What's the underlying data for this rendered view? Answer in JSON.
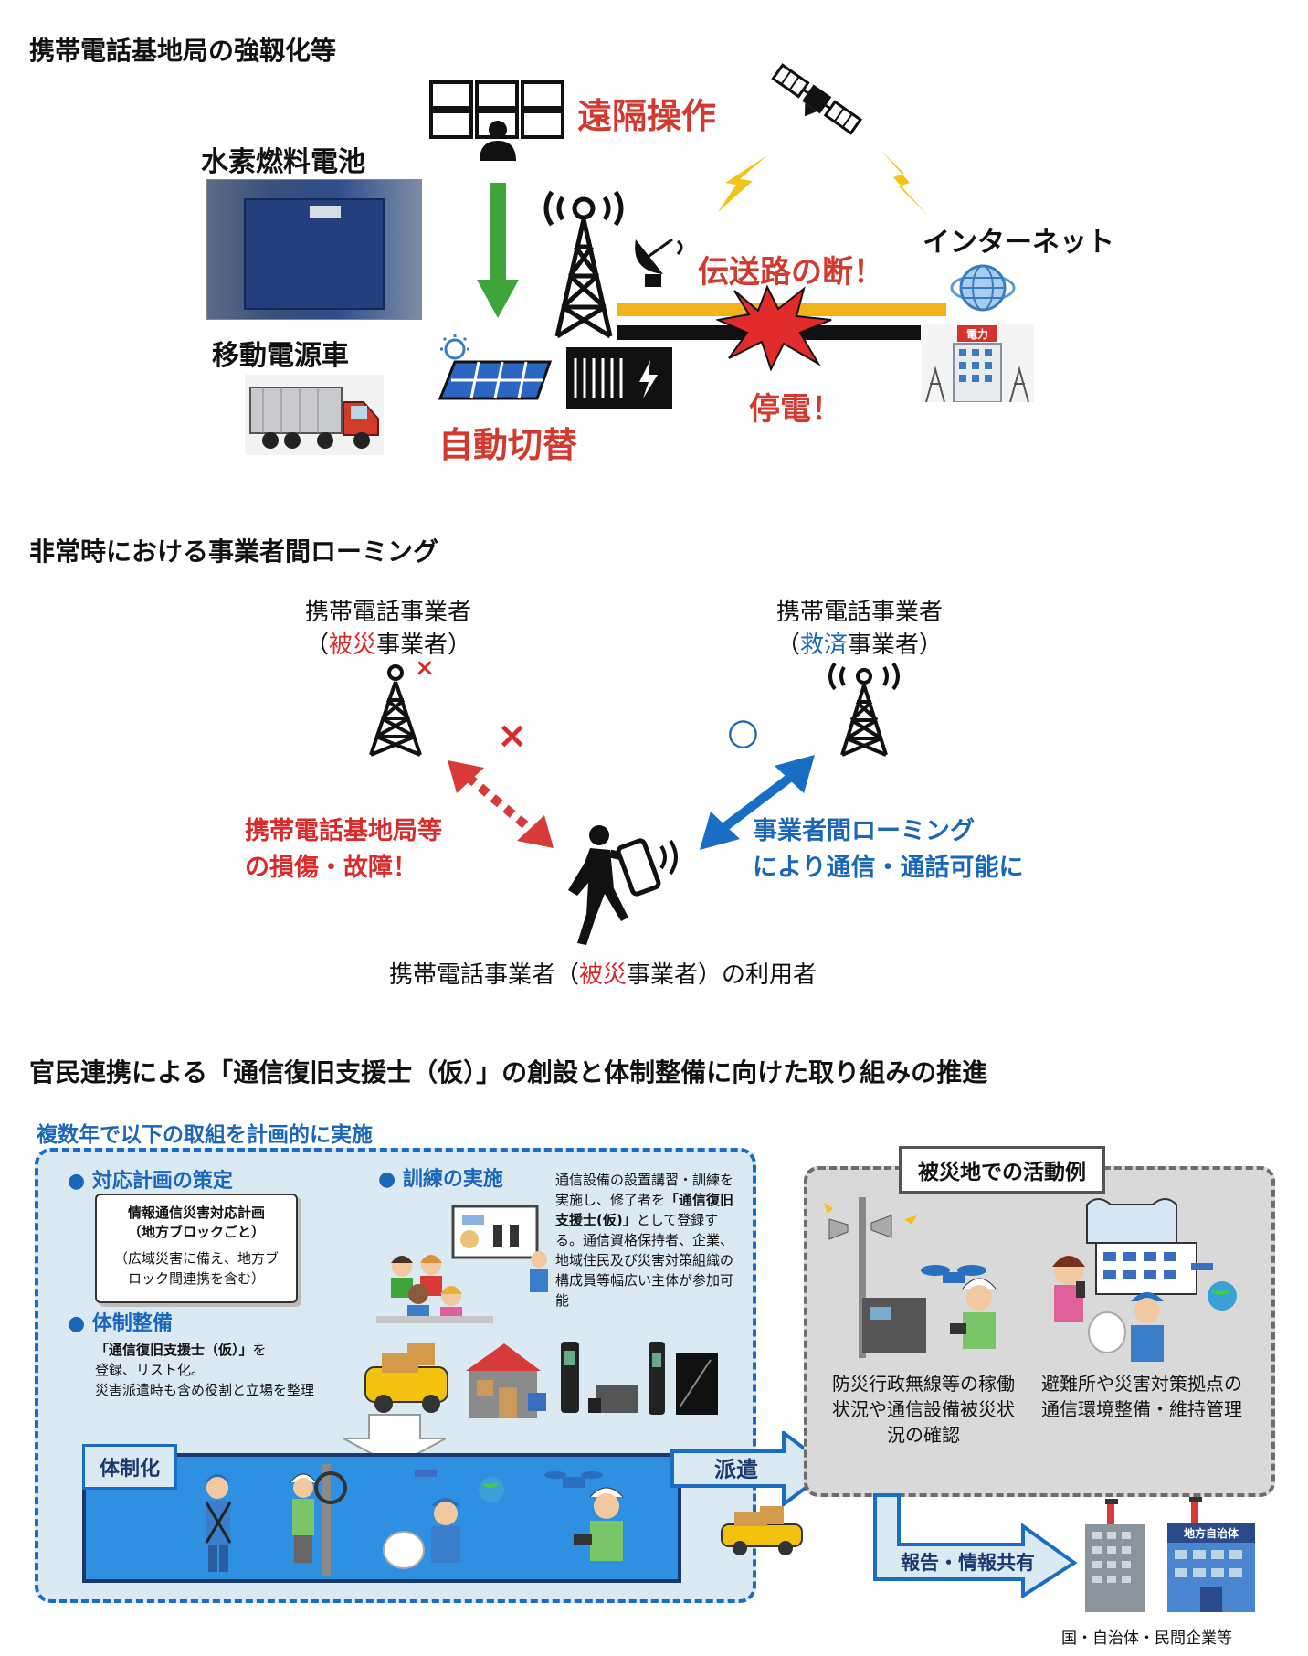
{
  "section1": {
    "title": "携帯電話基地局の強靱化等",
    "remote_op": "遠隔操作",
    "hydrogen": "水素燃料電池",
    "mobile_power": "移動電源車",
    "auto_switch": "自動切替",
    "line_break": "伝送路の断！",
    "internet": "インターネット",
    "outage": "停電！",
    "power_company_sign": "電力"
  },
  "section2": {
    "title": "非常時における事業者間ローミング",
    "left_carrier_line1": "携帯電話事業者",
    "left_carrier_open": "（",
    "left_carrier_red": "被災",
    "left_carrier_rest": "事業者）",
    "right_carrier_line1": "携帯電話事業者",
    "right_carrier_open": "（",
    "right_carrier_blue": "救済",
    "right_carrier_rest": "事業者）",
    "damage_line1": "携帯電話基地局等",
    "damage_line2": "の損傷・故障！",
    "roaming_line1": "事業者間ローミング",
    "roaming_line2": "により通信・通話可能に",
    "user_pre": "携帯電話事業者（",
    "user_red": "被災",
    "user_post": "事業者）の利用者",
    "mark_x": "×",
    "mark_o": "○"
  },
  "section3": {
    "title": "官民連携による「通信復旧支援士（仮）」の創設と体制整備に向けた取り組みの推進",
    "plan_header": "複数年で以下の取組を計画的に実施",
    "bullet1": "● 対応計画の策定",
    "card_title_line1": "情報通信災害対応計画",
    "card_title_line2": "（地方ブロックごと）",
    "card_body": "（広域災害に備え、地方ブロック間連携を含む）",
    "bullet2": "● 訓練の実施",
    "training_text_1": "通信設備の設置講習・訓練を実施し、修了者を",
    "training_text_bold": "「通信復旧支援士(仮)」",
    "training_text_2": "として登録する。通信資格保持者、企業、地域住民及び災害対策組織の構成員等幅広い主体が参加可能",
    "bullet3": "● 体制整備",
    "system_text_bold": "「通信復旧支援士（仮）」",
    "system_text_1": "を",
    "system_text_2": "登録、リスト化。",
    "system_text_3": "災害派遣時も含め役割と立場を整理",
    "structured_label": "体制化",
    "dispatch_label": "派遣",
    "activity_title": "被災地での活動例",
    "activity_1": "防災行政無線等の稼働状況や通信設備被災状況の確認",
    "activity_2": "避難所や災害対策拠点の通信環境整備・維持管理",
    "report_label": "報告・情報共有",
    "local_gov_sign": "地方自治体",
    "footer": "国・自治体・民間企業等"
  }
}
